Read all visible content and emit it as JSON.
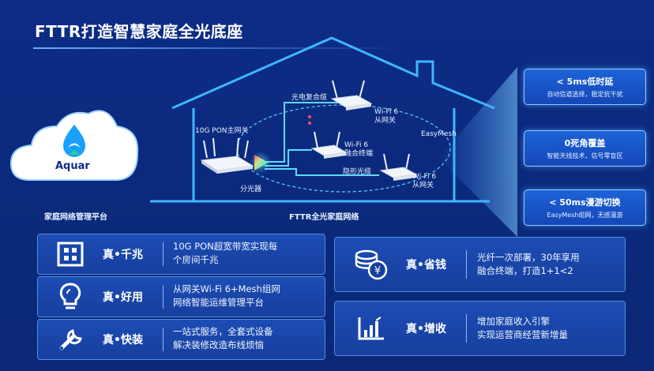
{
  "title": "FTTR打造智慧家庭全光底座",
  "cloud": {
    "brand": "Aquar",
    "caption": "家庭网络管理平台"
  },
  "house": {
    "caption": "FTTR全光家庭网络",
    "main_gateway": "10G PON主网关",
    "splitter": "分光器",
    "fiber_top": "光电复合缆",
    "fiber_hidden": "隐形光缆",
    "easymesh": "EasyMesh",
    "ap_top": [
      "Wi-Fi 6",
      "从网关"
    ],
    "ap_mid": [
      "Wi-Fi 6",
      "融合终端"
    ],
    "ap_right": [
      "Wi-Fi 6",
      "从网关"
    ]
  },
  "features": [
    {
      "title": "< 5ms低时延",
      "subtitle": "自动信道选择，稳定抗干扰"
    },
    {
      "title": "0死角覆盖",
      "subtitle": "智能天线技术，信号零盲区"
    },
    {
      "title": "< 50ms漫游切换",
      "subtitle": "EasyMesh组网，无感漫游"
    }
  ],
  "cards": [
    {
      "icon": "qr-grid-icon",
      "name": "真•千兆",
      "lines": [
        "10G PON超宽带宽实现每",
        "个房间千兆"
      ]
    },
    {
      "icon": "bulb-icon",
      "name": "真•好用",
      "lines": [
        "从网关Wi-Fi 6+Mesh组网",
        "网络智能运维管理平台"
      ]
    },
    {
      "icon": "wrench-icon",
      "name": "真•快装",
      "lines": [
        "一站式服务，全套式设备",
        "解决装修改造布线烦恼"
      ]
    },
    {
      "icon": "coins-icon",
      "name": "真•省钱",
      "lines": [
        "光纤一次部署，30年享用",
        "融合终端，打造1+1<2"
      ]
    },
    {
      "icon": "growth-chart-icon",
      "name": "真•增收",
      "lines": [
        "增加家庭收入引擎",
        "实现运营商经营新增量"
      ]
    }
  ],
  "colors": {
    "background": "#0d2c86",
    "accent": "#3fb6ff",
    "card": "#1c4cb4"
  }
}
